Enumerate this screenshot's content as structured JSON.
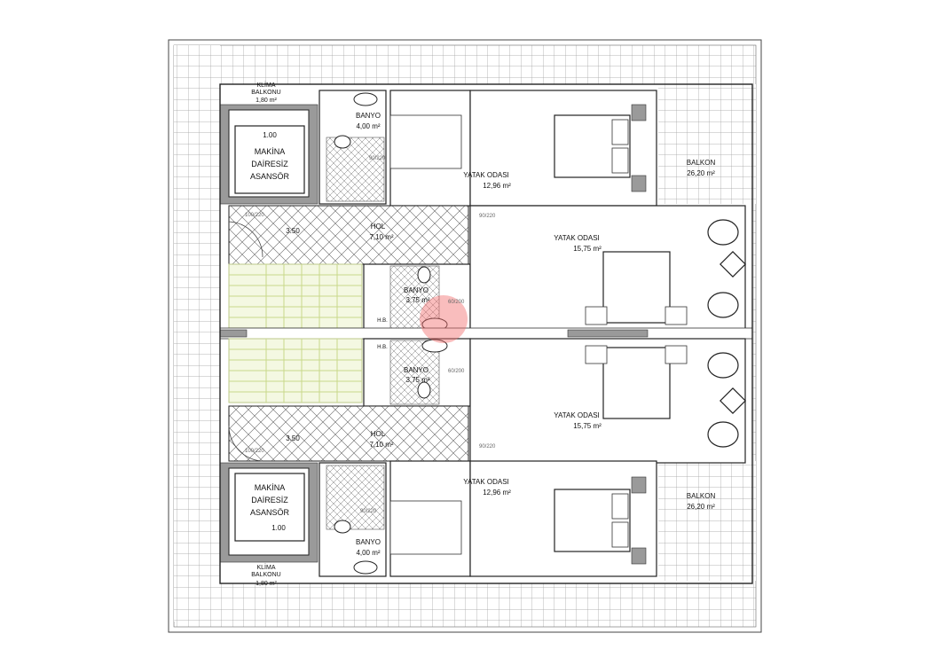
{
  "labels": {
    "klima_balkonu": {
      "line1": "KLİMA",
      "line2": "BALKONU",
      "area": "1,80 m²"
    },
    "makina": {
      "line1": "MAKİNA",
      "line2": "DAİRESİZ",
      "line3": "ASANSÖR"
    },
    "banyo_big": {
      "name": "BANYO",
      "area": "4,00 m²"
    },
    "banyo_small": {
      "name": "BANYO",
      "area": "3,75 m²"
    },
    "yatak_small": {
      "name": "YATAK ODASI",
      "area": "12,96 m²"
    },
    "yatak_big": {
      "name": "YATAK ODASI",
      "area": "15,75 m²"
    },
    "hol": {
      "name": "HOL",
      "area": "7,10 m²"
    },
    "balkon": {
      "name": "BALKON",
      "area": "26,20 m²"
    },
    "level_1_00": "1.00",
    "level_3_50": "3.50",
    "hb": "H.B.",
    "door_90_220": "90/220",
    "door_100_220": "100/220",
    "door_60_200": "60/200"
  },
  "colors": {
    "wall": "#9a9a9a",
    "outline": "#222222",
    "stairs": "#c8d88a",
    "hatch": "#666666",
    "highlight": "#f26d6d"
  }
}
